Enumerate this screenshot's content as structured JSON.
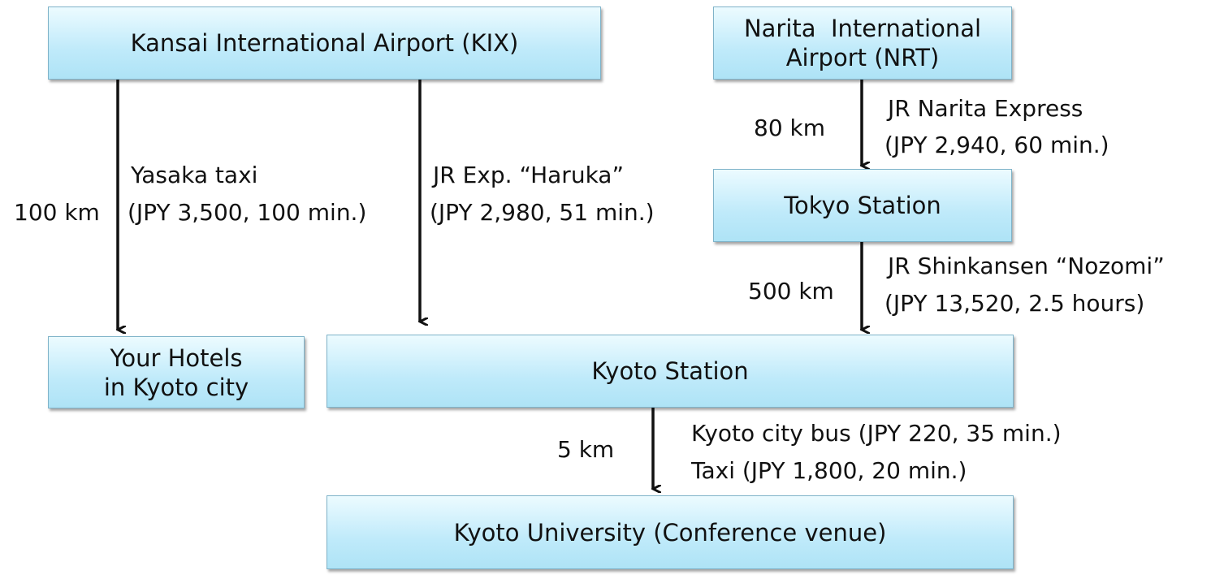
{
  "nodes": {
    "kix": {
      "line1": "Kansai International Airport (KIX)"
    },
    "nrt": {
      "line1": "Narita  International",
      "line2": "Airport (NRT)"
    },
    "tokyo": {
      "line1": "Tokyo Station"
    },
    "hotels": {
      "line1": "Your Hotels",
      "line2": "in Kyoto city"
    },
    "kyoto_station": {
      "line1": "Kyoto Station"
    },
    "kyoto_univ": {
      "line1": "Kyoto University (Conference venue)"
    }
  },
  "edges": {
    "kix_to_hotels": {
      "distance": "100 km",
      "line1": "Yasaka taxi",
      "line2": "(JPY 3,500, 100 min.)"
    },
    "kix_to_kyoto": {
      "line1": "JR Exp. “Haruka”",
      "line2": "(JPY 2,980, 51 min.)"
    },
    "nrt_to_tokyo": {
      "distance": "80 km",
      "line1": "JR Narita Express",
      "line2": "(JPY 2,940, 60 min.)"
    },
    "tokyo_to_kyoto": {
      "distance": "500 km",
      "line1": "JR Shinkansen “Nozomi”",
      "line2": "(JPY 13,520, 2.5 hours)"
    },
    "kyoto_to_univ": {
      "distance": "5 km",
      "line1": "Kyoto city bus  (JPY 220, 35 min.)",
      "line2": "Taxi (JPY 1,800, 20 min.)"
    }
  },
  "colors": {
    "node_fill_top": "#ecfbff",
    "node_fill_bottom": "#aee3f6",
    "node_border": "#7fb3c9",
    "arrow": "#111111"
  }
}
